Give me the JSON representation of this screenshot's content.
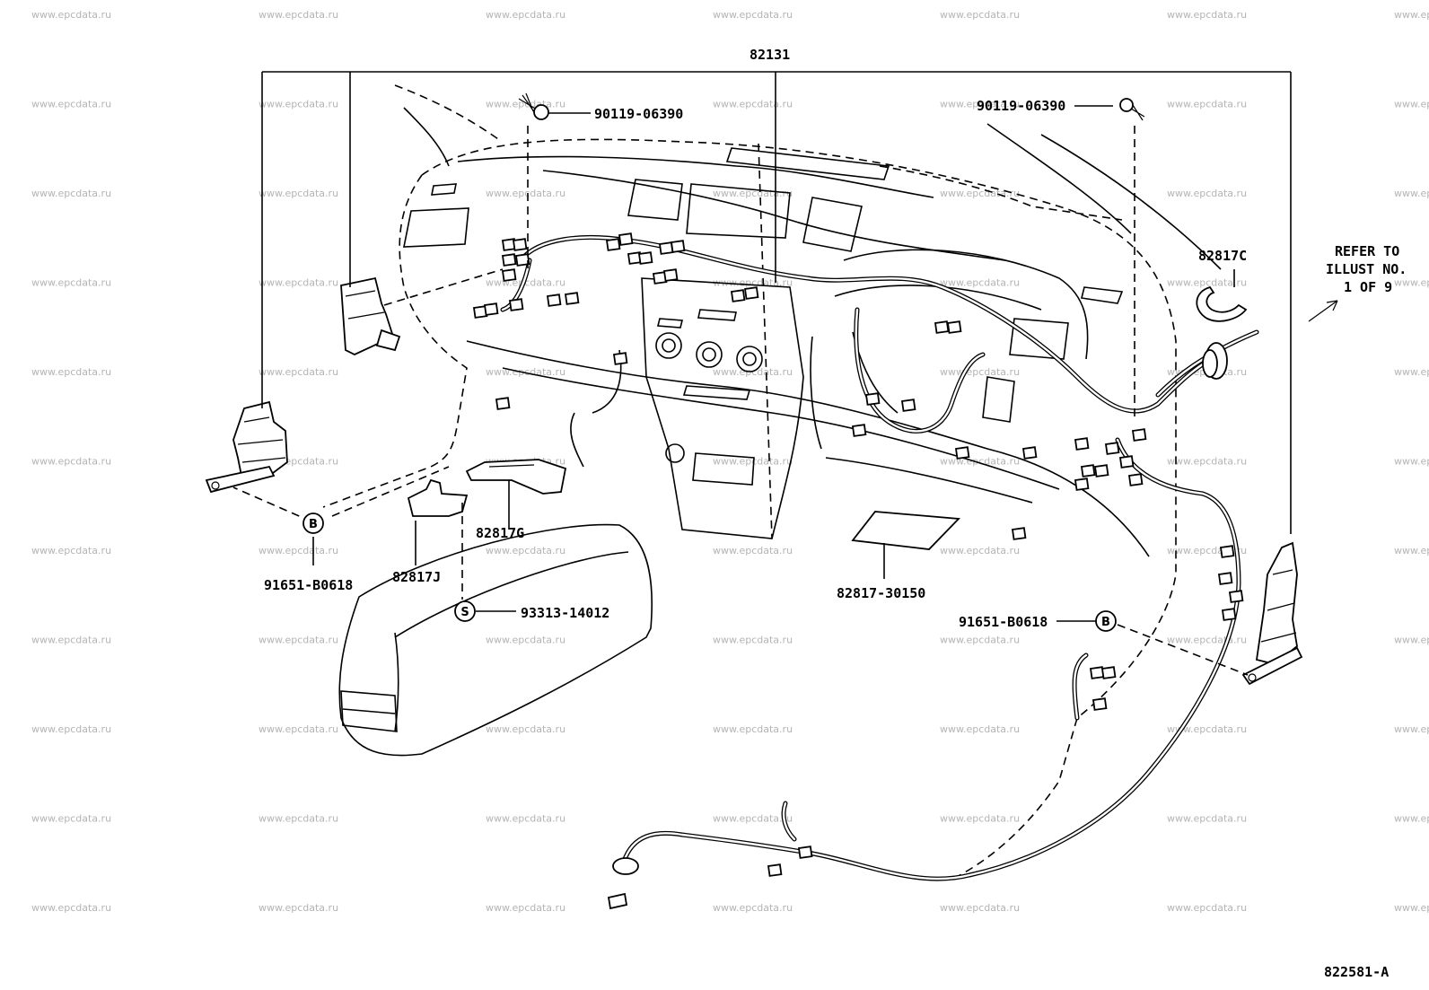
{
  "watermark": "www.epcdata.ru",
  "labels": {
    "main_harness": "82131",
    "bolt_top_left": "90119-06390",
    "bolt_top_right": "90119-06390",
    "clamp_right": "82817C",
    "refer_line1": "REFER TO",
    "refer_line2": "ILLUST NO.",
    "refer_line3": "1 OF 9",
    "bracket_g": "82817G",
    "bracket_j": "82817J",
    "bolt_left": "91651-B0618",
    "screw": "93313-14012",
    "protector": "82817-30150",
    "bolt_right": "91651-B0618",
    "marker_b": "B",
    "marker_s": "S",
    "diagram_code": "822581-A"
  }
}
